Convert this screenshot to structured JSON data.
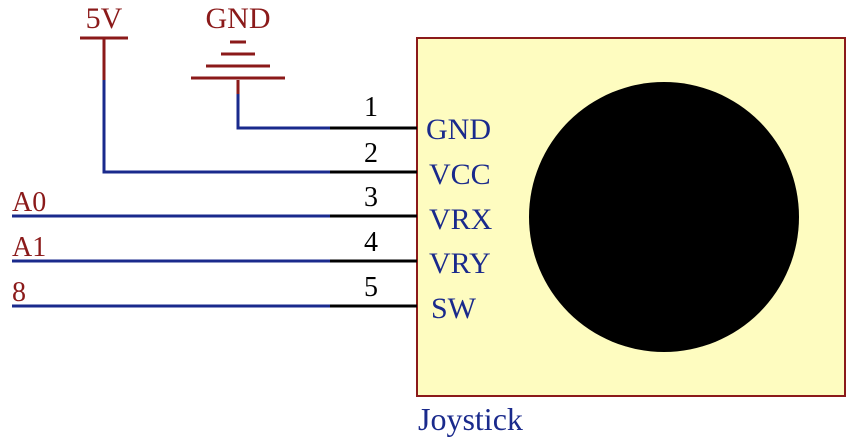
{
  "power": {
    "vcc_label": "5V",
    "gnd_label": "GND"
  },
  "nets": {
    "a0": "A0",
    "a1": "A1",
    "d8": "8"
  },
  "component": {
    "name": "Joystick",
    "pins": [
      {
        "number": "1",
        "name": "GND"
      },
      {
        "number": "2",
        "name": "VCC"
      },
      {
        "number": "3",
        "name": "VRX"
      },
      {
        "number": "4",
        "name": "VRY"
      },
      {
        "number": "5",
        "name": "SW"
      }
    ]
  },
  "colors": {
    "power_symbol": "#8b1a1a",
    "wire": "#1a2a8c",
    "pin_lead": "#000000",
    "pin_name": "#1a2a8c",
    "body_fill": "#fefcc0",
    "body_stroke": "#8b1a1a",
    "knob": "#000000",
    "net_label": "#8b1a1a"
  }
}
